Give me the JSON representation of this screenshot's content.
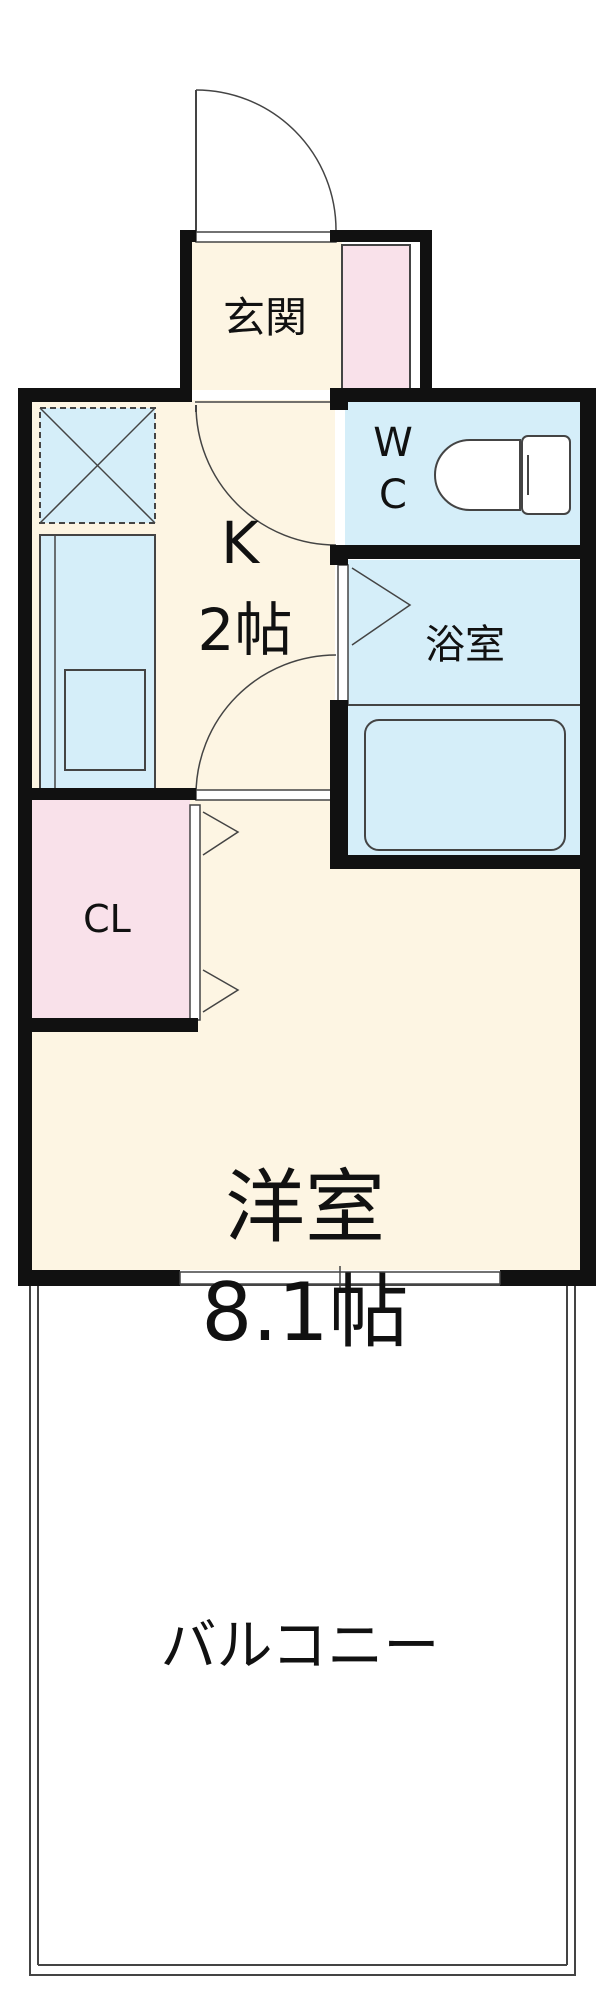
{
  "floorplan": {
    "rooms": {
      "entrance": "玄関",
      "kitchen_name": "K",
      "kitchen_size": "2帖",
      "wc_line1": "W",
      "wc_line2": "C",
      "bath": "浴室",
      "closet": "CL",
      "western_name": "洋室",
      "western_size": "8.1帖",
      "balcony": "バルコニー"
    },
    "colors": {
      "wall": "#111111",
      "floor": "#fdf5e3",
      "wet": "#d5eef9",
      "storage": "#f9e1ea",
      "fixture_stroke": "#444444"
    }
  }
}
